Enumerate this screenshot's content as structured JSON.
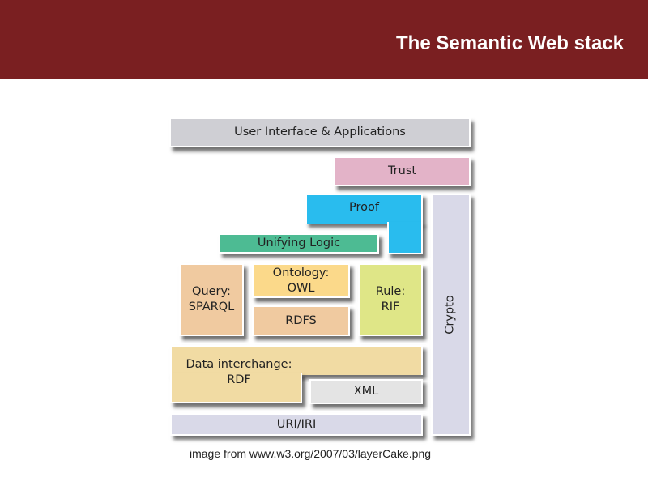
{
  "slide": {
    "title": "The Semantic Web stack",
    "caption": "image from www.w3.org/2007/03/layerCake.png",
    "header_color": "#7a1f21"
  },
  "stack": {
    "user_interface": {
      "label": "User Interface & Applications",
      "color": "#cfcfd4"
    },
    "trust": {
      "label": "Trust",
      "color": "#e3b3c8"
    },
    "proof": {
      "label": "Proof",
      "color": "#29bcee"
    },
    "unifying_logic": {
      "label": "Unifying Logic",
      "color": "#4dbb93"
    },
    "crypto": {
      "label": "Crypto",
      "color": "#d9d9e8"
    },
    "query": {
      "line1": "Query:",
      "line2": "SPARQL",
      "color": "#f0caa0"
    },
    "ontology": {
      "line1": "Ontology:",
      "line2": "OWL",
      "color": "#fbd98a"
    },
    "rdfs": {
      "label": "RDFS",
      "color": "#f0caa0"
    },
    "rule": {
      "line1": "Rule:",
      "line2": "RIF",
      "color": "#dfe687"
    },
    "data_interchange": {
      "line1": "Data interchange:",
      "line2": "RDF",
      "color": "#f1dba3"
    },
    "xml": {
      "label": "XML",
      "color": "#e4e4e4"
    },
    "uri": {
      "label": "URI/IRI",
      "color": "#d9d9e8"
    }
  }
}
